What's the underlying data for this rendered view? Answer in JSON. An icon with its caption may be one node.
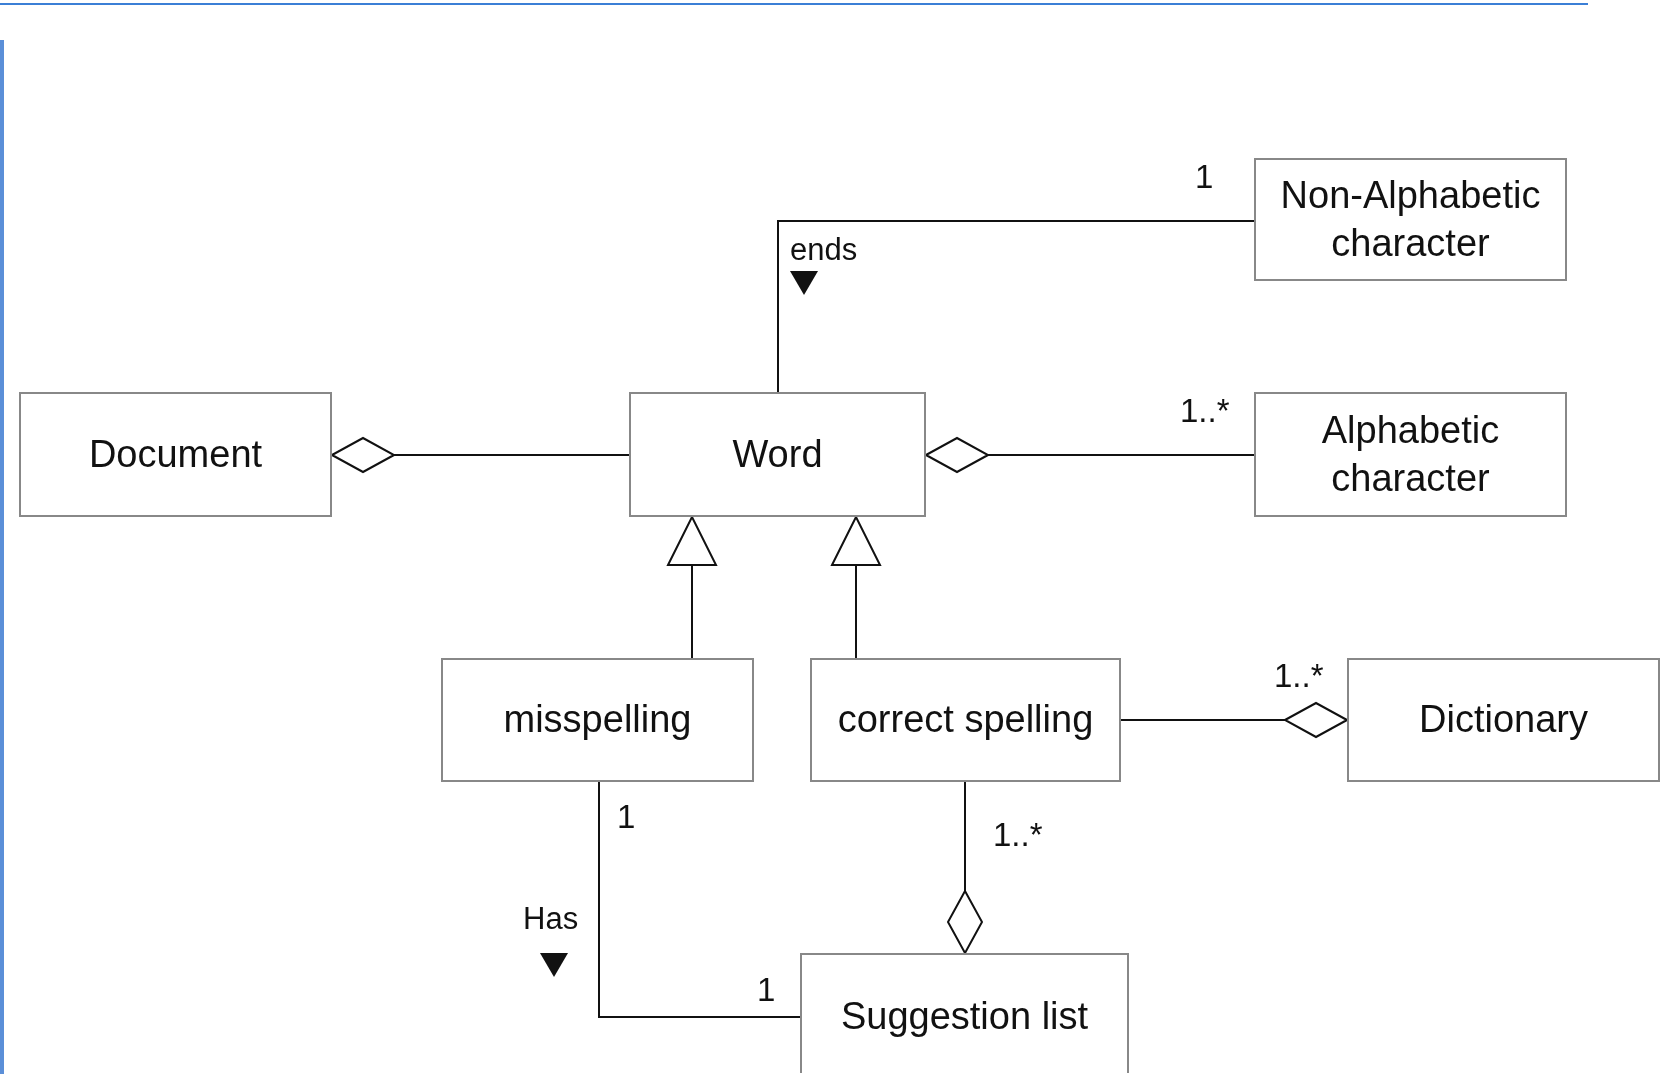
{
  "diagram": {
    "nodes": [
      {
        "text": [
          "Non-Alphabetic character"
        ]
      },
      {
        "text": [
          "Document"
        ]
      },
      {
        "text": [
          "Word"
        ]
      },
      {
        "text": [
          "Alphabetic character"
        ]
      },
      {
        "text": [
          "misspelling"
        ]
      },
      {
        "text": [
          "correct spelling"
        ]
      },
      {
        "text": [
          "Dictionary"
        ]
      },
      {
        "text": [
          "Suggestion list"
        ]
      }
    ],
    "edges": [
      {
        "from": 2,
        "to": 0,
        "arrow": "none",
        "label": "ends"
      },
      {
        "from": 2,
        "to": 1,
        "arrow": "other"
      },
      {
        "from": 3,
        "to": 2,
        "arrow": "other"
      },
      {
        "from": 4,
        "to": 2,
        "arrow": "to"
      },
      {
        "from": 5,
        "to": 2,
        "arrow": "to"
      },
      {
        "from": 5,
        "to": 6,
        "arrow": "other"
      },
      {
        "from": 5,
        "to": 7,
        "arrow": "other"
      },
      {
        "from": 4,
        "to": 7,
        "arrow": "none",
        "label": "Has"
      }
    ],
    "labels": [
      "1",
      "1..*",
      "1..*",
      "1",
      "1..*",
      "1"
    ]
  }
}
